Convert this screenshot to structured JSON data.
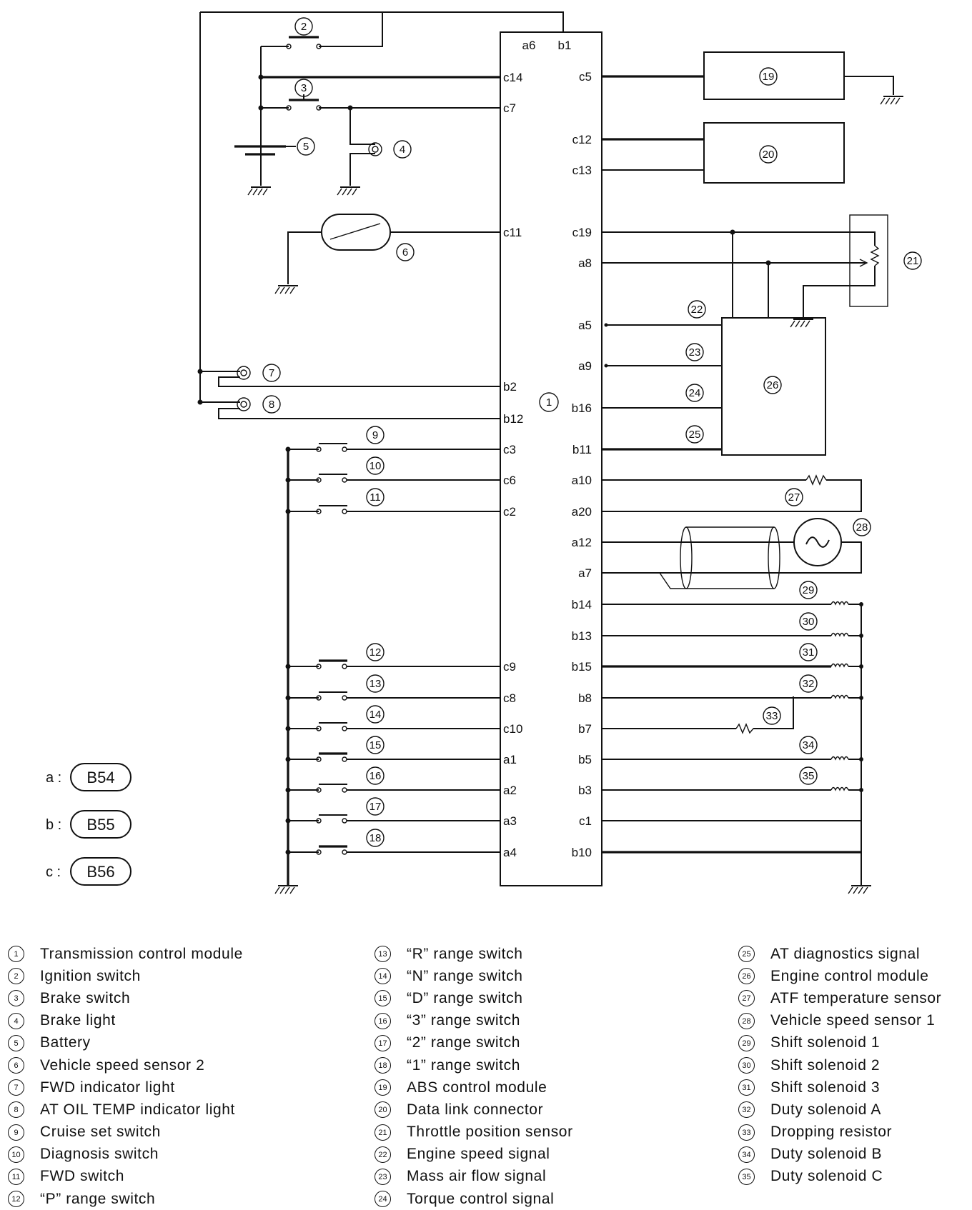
{
  "module": {
    "number": "1"
  },
  "pins": {
    "top": [
      "a6",
      "b1"
    ],
    "left": [
      "c14",
      "c7",
      "c11",
      "b2",
      "b12",
      "c3",
      "c6",
      "c2",
      "c9",
      "c8",
      "c10",
      "a1",
      "a2",
      "a3",
      "a4"
    ],
    "right": [
      "c5",
      "c12",
      "c13",
      "c19",
      "a8",
      "a5",
      "a9",
      "b16",
      "b11",
      "a10",
      "a20",
      "a12",
      "a7",
      "b14",
      "b13",
      "b15",
      "b8",
      "b7",
      "b5",
      "b3",
      "c1",
      "b10"
    ]
  },
  "connectors": [
    {
      "key": "a :",
      "label": "B54"
    },
    {
      "key": "b :",
      "label": "B55"
    },
    {
      "key": "c :",
      "label": "B56"
    }
  ],
  "legend": {
    "column1": [
      {
        "number": "1",
        "text": "Transmission control module"
      },
      {
        "number": "2",
        "text": "Ignition switch"
      },
      {
        "number": "3",
        "text": "Brake switch"
      },
      {
        "number": "4",
        "text": "Brake light"
      },
      {
        "number": "5",
        "text": "Battery"
      },
      {
        "number": "6",
        "text": "Vehicle speed sensor 2"
      },
      {
        "number": "7",
        "text": "FWD indicator light"
      },
      {
        "number": "8",
        "text": "AT OIL TEMP indicator light"
      },
      {
        "number": "9",
        "text": "Cruise set switch"
      },
      {
        "number": "10",
        "text": "Diagnosis switch"
      },
      {
        "number": "11",
        "text": "FWD switch"
      },
      {
        "number": "12",
        "text": "“P” range switch"
      }
    ],
    "column2": [
      {
        "number": "13",
        "text": "“R” range switch"
      },
      {
        "number": "14",
        "text": "“N” range switch"
      },
      {
        "number": "15",
        "text": "“D” range switch"
      },
      {
        "number": "16",
        "text": "“3” range switch"
      },
      {
        "number": "17",
        "text": "“2” range switch"
      },
      {
        "number": "18",
        "text": "“1” range switch"
      },
      {
        "number": "19",
        "text": "ABS control module"
      },
      {
        "number": "20",
        "text": "Data link connector"
      },
      {
        "number": "21",
        "text": "Throttle position sensor"
      },
      {
        "number": "22",
        "text": "Engine speed signal"
      },
      {
        "number": "23",
        "text": "Mass air flow signal"
      },
      {
        "number": "24",
        "text": "Torque control signal"
      }
    ],
    "column3": [
      {
        "number": "25",
        "text": "AT diagnostics signal"
      },
      {
        "number": "26",
        "text": "Engine control module"
      },
      {
        "number": "27",
        "text": "ATF temperature sensor"
      },
      {
        "number": "28",
        "text": "Vehicle speed sensor 1"
      },
      {
        "number": "29",
        "text": "Shift solenoid 1"
      },
      {
        "number": "30",
        "text": "Shift solenoid 2"
      },
      {
        "number": "31",
        "text": "Shift solenoid 3"
      },
      {
        "number": "32",
        "text": "Duty solenoid A"
      },
      {
        "number": "33",
        "text": "Dropping resistor"
      },
      {
        "number": "34",
        "text": "Duty solenoid B"
      },
      {
        "number": "35",
        "text": "Duty solenoid C"
      }
    ]
  }
}
